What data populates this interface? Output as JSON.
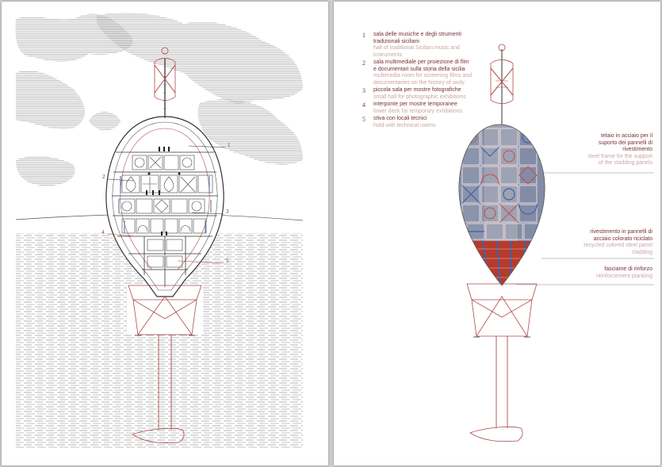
{
  "left_labels": [
    "1",
    "2",
    "3",
    "4",
    "5"
  ],
  "legend": [
    {
      "num": "1",
      "it": "sala delle musiche e degli strumenti tradizionali siciliani",
      "en": "hall of traditional Sicilian music and instruments"
    },
    {
      "num": "2",
      "it": "sala multimediale per proiezione di film e documentari sulla storia della sicilia",
      "en": "multimedia room for screening films and documentaries on the history of sicily"
    },
    {
      "num": "3",
      "it": "piccola sala per mostre fotografiche",
      "en": "small hall for photographic exhibitions"
    },
    {
      "num": "4",
      "it": "interponte per mostre temporanee",
      "en": "lower deck for temporary exhibitions"
    },
    {
      "num": "5",
      "it": "stiva con locali tecnici",
      "en": "hold with technical rooms"
    }
  ],
  "callouts": [
    {
      "it": "telaio in acciaio per il suporto dei pannelli di rivestimento",
      "en": "steel frame for the support of the cladding panels"
    },
    {
      "it": "rivestimento in pannelli di acciaio colorato riciclato",
      "en": "recycled colored steel panel cladding"
    },
    {
      "it": "fasciame di rinforzo",
      "en": "reinforcement planking"
    }
  ],
  "colors": {
    "accent": "#8b2e2e",
    "line": "#b04a4a",
    "hatch": "#555555",
    "cladding_blue": "#5b7fb8",
    "cladding_red": "#b83a2a"
  }
}
